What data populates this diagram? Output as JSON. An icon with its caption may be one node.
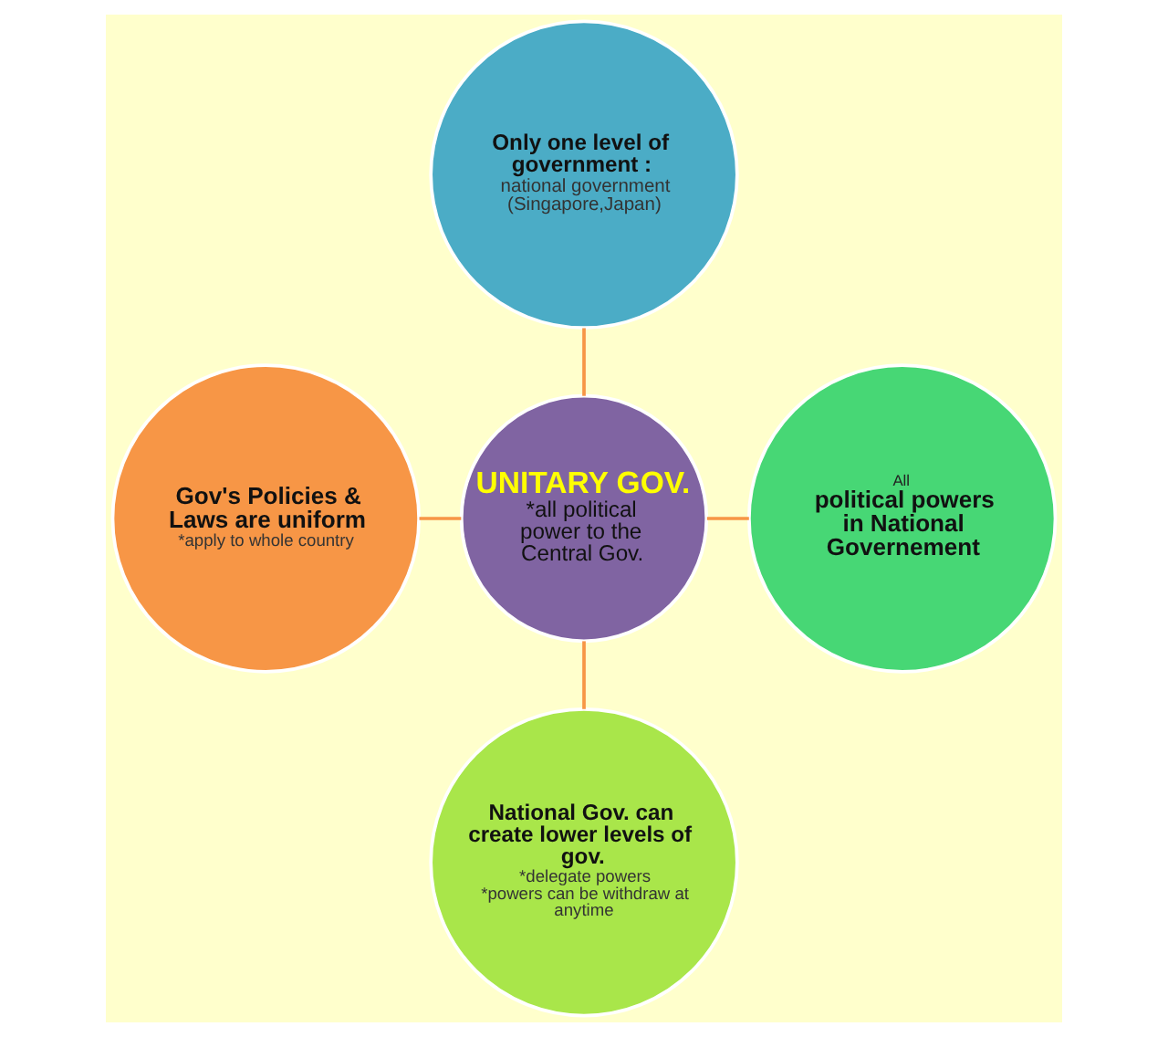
{
  "diagram": {
    "nodes": [
      {
        "text": [
          "Only one level of government :",
          "national government (Singapore,Japan)"
        ]
      },
      {
        "text": [
          "Gov's Policies & Laws are uniform",
          "*apply to whole country"
        ]
      },
      {
        "text": [
          "UNITARY GOV.",
          "*all political power to the Central Gov."
        ]
      },
      {
        "text": [
          "All",
          "political powers in National Governement"
        ]
      },
      {
        "text": [
          "National Gov. can create lower levels of gov.",
          "*delegate powers",
          "*powers can be withdraw at anytime"
        ]
      }
    ],
    "edges": [
      {
        "from": 0,
        "to": 2,
        "arrow": "none"
      },
      {
        "from": 1,
        "to": 2,
        "arrow": "none"
      },
      {
        "from": 2,
        "to": 3,
        "arrow": "none"
      },
      {
        "from": 2,
        "to": 4,
        "arrow": "none"
      }
    ]
  }
}
